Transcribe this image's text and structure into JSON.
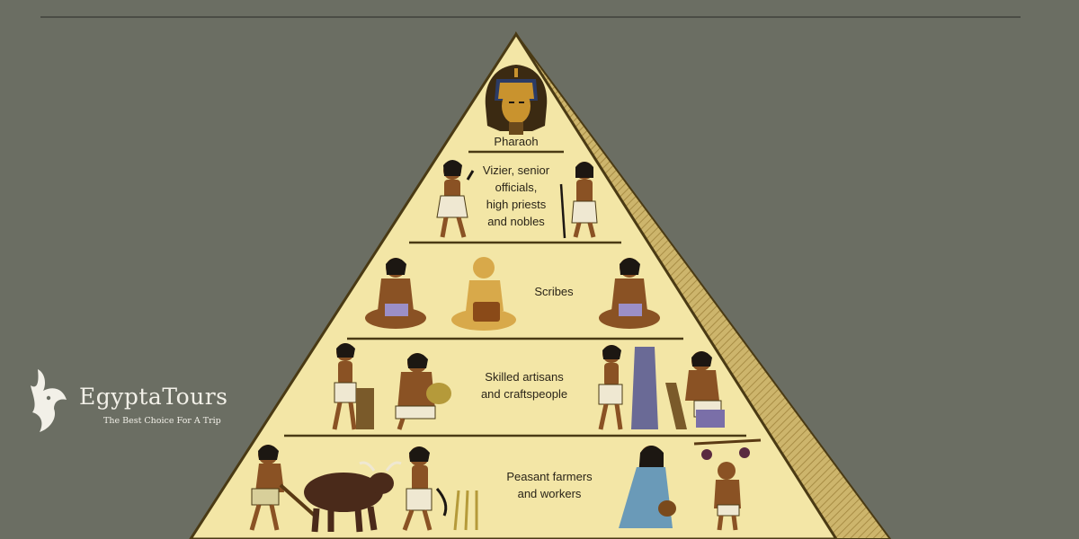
{
  "diagram": {
    "tiers": [
      {
        "id": "pharaoh",
        "label": "Pharaoh"
      },
      {
        "id": "officials",
        "label": "Vizier, senior\nofficials,\nhigh priests\nand nobles"
      },
      {
        "id": "scribes",
        "label": "Scribes"
      },
      {
        "id": "artisans",
        "label": "Skilled artisans\nand craftspeople"
      },
      {
        "id": "peasants",
        "label": "Peasant farmers\nand workers"
      }
    ]
  },
  "watermark": {
    "brand": "EgyptaTours",
    "tagline": "The Best Choice For A Trip"
  },
  "colors": {
    "background": "#6b6e63",
    "pyramid_fill": "#f3e6a6",
    "pyramid_outline": "#4a3a14",
    "shadow_face": "#c9b16a",
    "skin": "#8a5224",
    "hair": "#1c1712"
  },
  "icons": [
    "pharaoh-mask-icon",
    "official-figure-icon",
    "scribe-figure-icon",
    "artisan-figure-icon",
    "ox-plough-icon",
    "farmer-figure-icon"
  ]
}
